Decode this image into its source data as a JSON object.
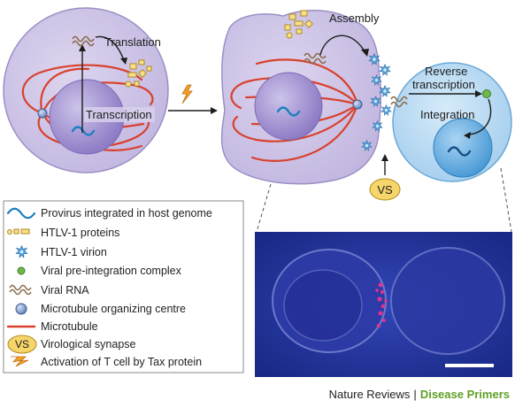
{
  "labels": {
    "translation": "Translation",
    "transcription": "Transcription",
    "assembly": "Assembly",
    "reverse_transcription_line1": "Reverse",
    "reverse_transcription_line2": "transcription",
    "integration": "Integration",
    "vs": "VS"
  },
  "legend": {
    "provirus": "Provirus integrated in host genome",
    "proteins": "HTLV-1 proteins",
    "virion": "HTLV-1 virion",
    "pic": "Viral pre-integration complex",
    "rna": "Viral RNA",
    "mtoc": "Microtubule organizing centre",
    "microtubule": "Microtubule",
    "synapse": "Virological synapse",
    "activation": "Activation of T cell by Tax protein",
    "vs_badge": "VS"
  },
  "credit": {
    "left": "Nature Reviews",
    "separator": "|",
    "right": "Disease Primers"
  },
  "colors": {
    "cell_fill": "#cfc6e6",
    "nucleus_fill": "#9c8cc9",
    "target_cell_fill": "#b9d9f1",
    "target_nucleus_fill": "#5aa6dc",
    "microtubule": "#d9412c",
    "provirus": "#1b7fc1",
    "protein_fill": "#f7e08a",
    "protein_stroke": "#b08a1c",
    "virion": "#5aa7dd",
    "pic": "#6fb94b",
    "rna": "#8a6a4b",
    "mtoc": "#7d98c6",
    "vs_badge": "#f6d56a",
    "tax_bolt": "#f0a22a",
    "micrograph_bg": "#1f35a8",
    "accent_green": "#5fa026"
  }
}
